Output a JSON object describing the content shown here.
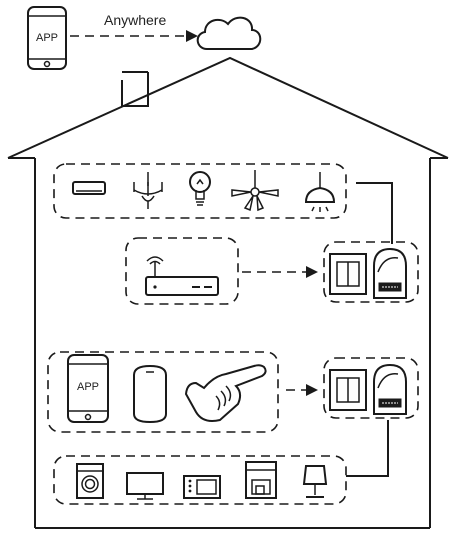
{
  "top": {
    "phone_label": "APP",
    "arrow_label": "Anywhere"
  },
  "house": {
    "appliance_row_top": [
      "air-conditioner-icon",
      "chandelier-icon",
      "light-bulb-icon",
      "ceiling-fan-icon",
      "pendant-lamp-icon"
    ],
    "router_row": [
      "wifi-router-icon"
    ],
    "control_row": {
      "phone_label": "APP",
      "items": [
        "phone-icon",
        "smart-speaker-icon",
        "hand-touch-icon"
      ]
    },
    "appliance_row_bottom": [
      "washing-machine-icon",
      "tv-monitor-icon",
      "microwave-icon",
      "coffee-machine-icon",
      "table-lamp-icon"
    ],
    "modules": [
      "wall-switch-icon",
      "relay-module-icon"
    ]
  },
  "colors": {
    "ink": "#1a1a1a",
    "background": "#ffffff"
  }
}
